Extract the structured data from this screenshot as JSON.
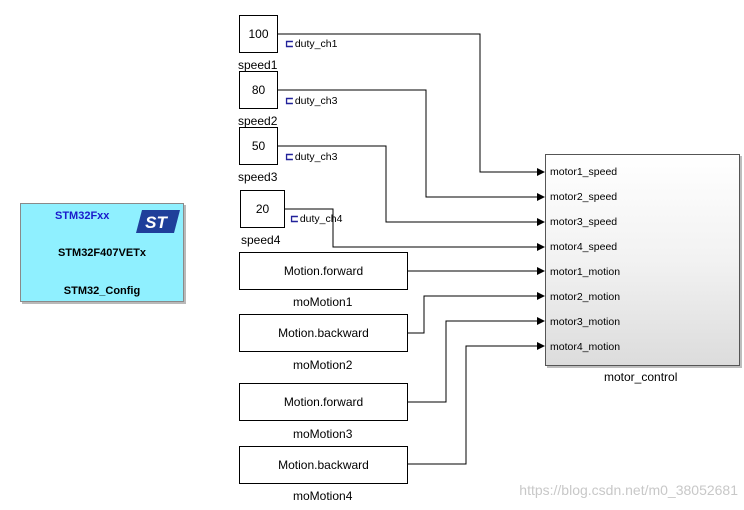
{
  "stm_config": {
    "family": "STM32Fxx",
    "part_number": "STM32F407VETx",
    "config_name": "STM32_Config",
    "logo_text": "ST"
  },
  "speed_blocks": [
    {
      "value": "100",
      "name": "speed1",
      "signal": "duty_ch1"
    },
    {
      "value": "80",
      "name": "speed2",
      "signal": "duty_ch3"
    },
    {
      "value": "50",
      "name": "speed3",
      "signal": "duty_ch3"
    },
    {
      "value": "20",
      "name": "speed4",
      "signal": "duty_ch4"
    }
  ],
  "motion_blocks": [
    {
      "value": "Motion.forward",
      "name": "moMotion1"
    },
    {
      "value": "Motion.backward",
      "name": "moMotion2"
    },
    {
      "value": "Motion.forward",
      "name": "moMotion3"
    },
    {
      "value": "Motion.backward",
      "name": "moMotion4"
    }
  ],
  "motor_control": {
    "name": "motor_control",
    "ports": [
      "motor1_speed",
      "motor2_speed",
      "motor3_speed",
      "motor4_speed",
      "motor1_motion",
      "motor2_motion",
      "motor3_motion",
      "motor4_motion"
    ]
  },
  "watermark": "https://blog.csdn.net/m0_38052681"
}
